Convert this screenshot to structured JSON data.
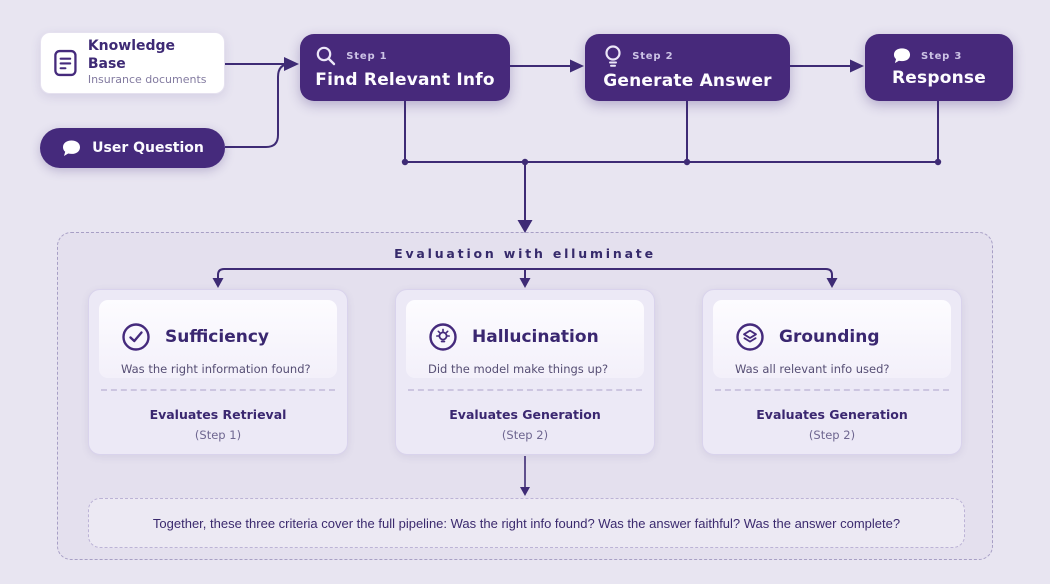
{
  "palette": {
    "page_background": "#e8e5f1",
    "node_purple": "#47297b",
    "line_purple": "#3e2b75",
    "heading_purple": "#3a2770",
    "muted_text": "#6e6690",
    "card_background": "#ece9f6",
    "dashed_border": "#a79fc5",
    "white_text": "#fdfcff"
  },
  "pipeline": {
    "knowledge_base": {
      "icon": "document-icon",
      "title": "Knowledge Base",
      "subtitle": "Insurance documents"
    },
    "user_question": {
      "icon": "speech-bubble-icon",
      "label": "User Question"
    },
    "steps": [
      {
        "icon": "magnifier-icon",
        "step_label": "Step 1",
        "title": "Find Relevant Info"
      },
      {
        "icon": "lightbulb-icon",
        "step_label": "Step 2",
        "title": "Generate Answer"
      },
      {
        "icon": "speech-bubble-icon",
        "step_label": "Step 3",
        "title": "Response"
      }
    ]
  },
  "evaluation": {
    "title": "Evaluation with elluminate",
    "cards": [
      {
        "icon": "check-circle-icon",
        "title": "Sufficiency",
        "question": "Was the right information found?",
        "evaluates": "Evaluates Retrieval",
        "step_ref": "(Step 1)"
      },
      {
        "icon": "idea-bulb-circle-icon",
        "title": "Hallucination",
        "question": "Did the model make things up?",
        "evaluates": "Evaluates Generation",
        "step_ref": "(Step 2)"
      },
      {
        "icon": "layers-circle-icon",
        "title": "Grounding",
        "question": "Was all relevant info used?",
        "evaluates": "Evaluates Generation",
        "step_ref": "(Step 2)"
      }
    ],
    "summary": "Together, these three criteria cover the full pipeline: Was the right info found? Was the answer faithful? Was the answer complete?"
  }
}
